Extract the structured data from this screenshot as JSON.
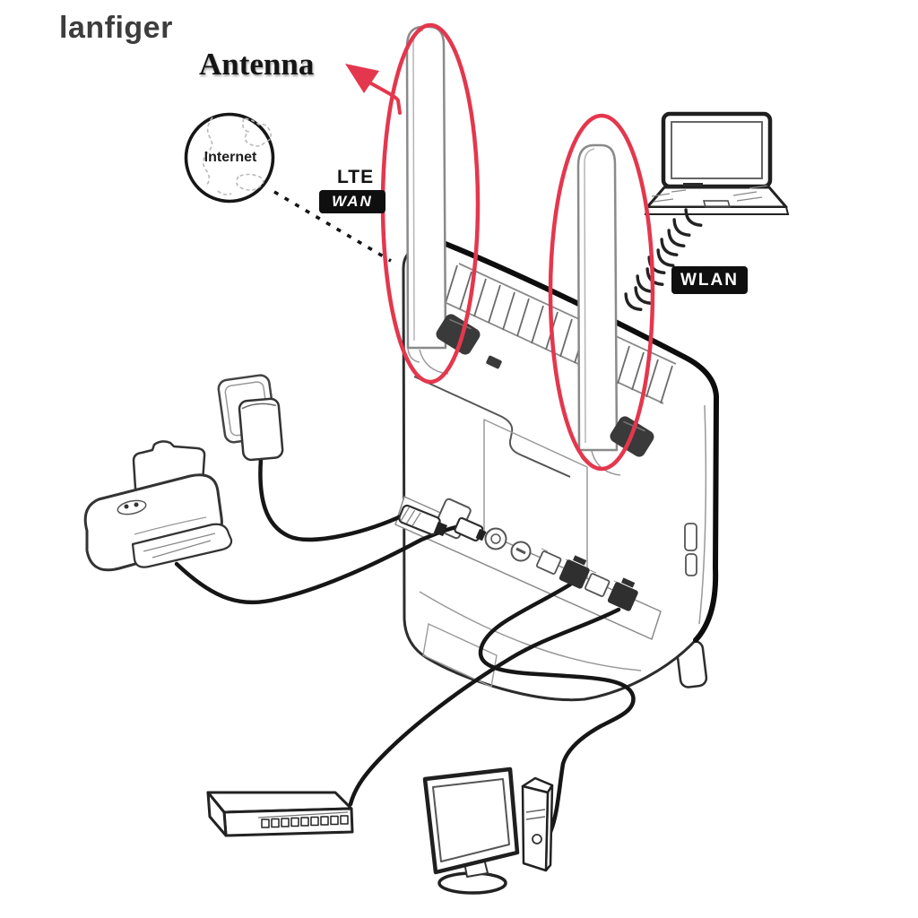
{
  "watermark": {
    "text": "lanfiger",
    "color": "#3d3d3d"
  },
  "labels": {
    "antenna": "Antenna",
    "internet": "Internet",
    "lte": "LTE",
    "wan": "WAN",
    "wlan": "WLAN"
  },
  "colors": {
    "highlight_red": "#e4374d",
    "label_badge_bg": "#0f0f0f",
    "label_badge_text": "#ffffff",
    "ink": "#2d2d2d",
    "sketch_gray": "#555555"
  },
  "devices": {
    "globe": "internet-globe",
    "router": "lte-router-rear-view",
    "antenna_left": "lte-antenna-left",
    "antenna_right": "lte-antenna-right",
    "laptop": "laptop",
    "printer": "printer",
    "power_adapter": "power-adapter",
    "switch": "ethernet-switch",
    "computer": "desktop-computer"
  }
}
